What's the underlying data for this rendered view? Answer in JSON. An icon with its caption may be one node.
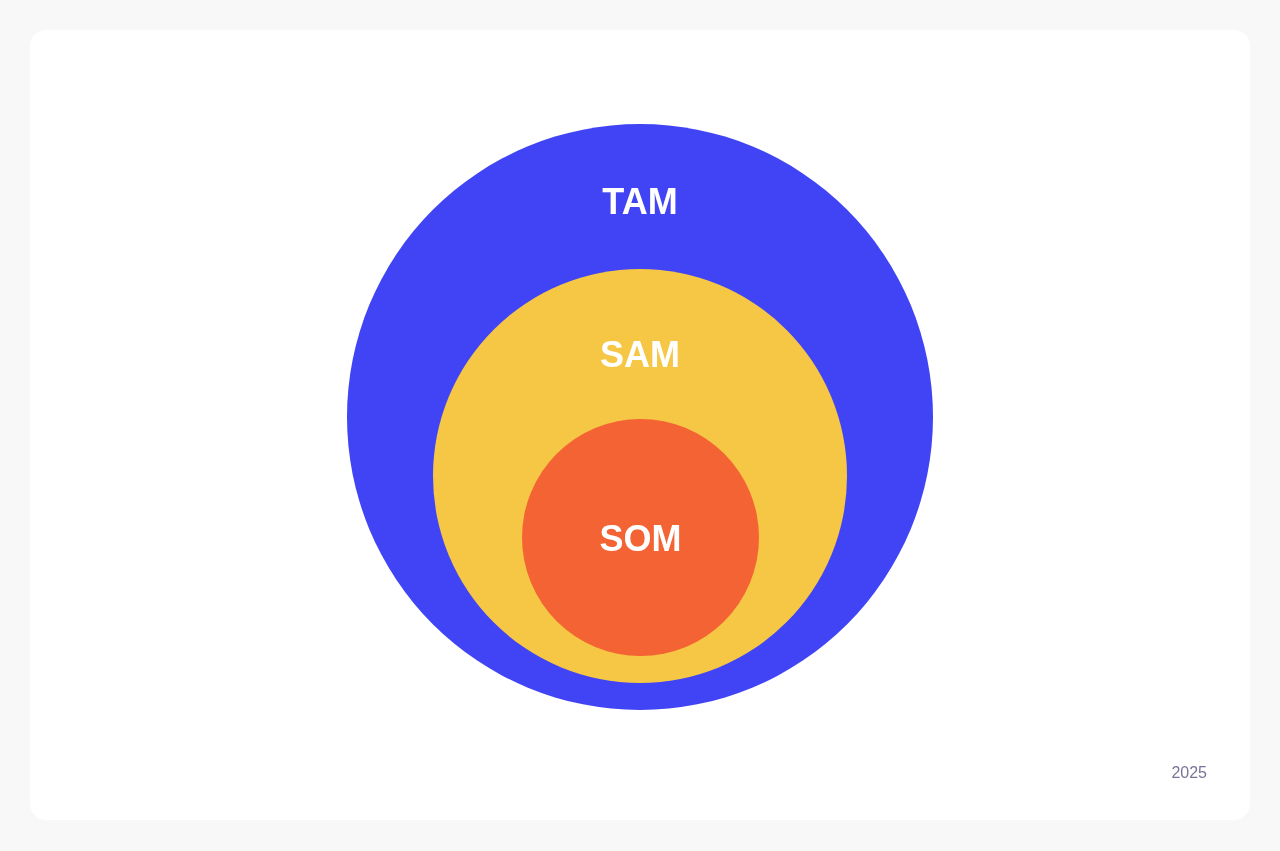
{
  "diagram": {
    "nodes": [
      {
        "text": [
          "TAM"
        ]
      },
      {
        "text": [
          "SAM"
        ],
        "in": 0
      },
      {
        "text": [
          "SOM"
        ],
        "in": 1
      }
    ],
    "labels": [
      "2025"
    ]
  }
}
